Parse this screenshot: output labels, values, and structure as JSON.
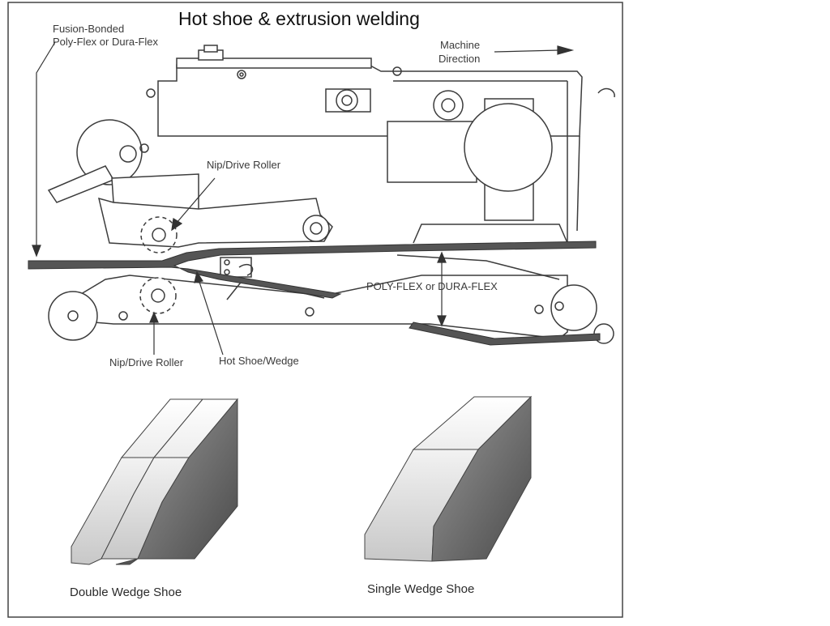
{
  "title": "Hot shoe & extrusion welding",
  "labels": {
    "fusion_bonded_1": "Fusion-Bonded",
    "fusion_bonded_2": "Poly-Flex or Dura-Flex",
    "machine_direction_1": "Machine",
    "machine_direction_2": "Direction",
    "nip_drive_top": "Nip/Drive Roller",
    "nip_drive_bottom": "Nip/Drive Roller",
    "hot_shoe": "Hot Shoe/Wedge",
    "poly_flex": "POLY-FLEX or DURA-FLEX",
    "double_wedge": "Double Wedge Shoe",
    "single_wedge": "Single Wedge Shoe"
  },
  "colors": {
    "line": "#3c3c3c",
    "sheet": "#555555",
    "shade_dark": "#6b6b6b",
    "shade_light": "#e6e6e6"
  }
}
